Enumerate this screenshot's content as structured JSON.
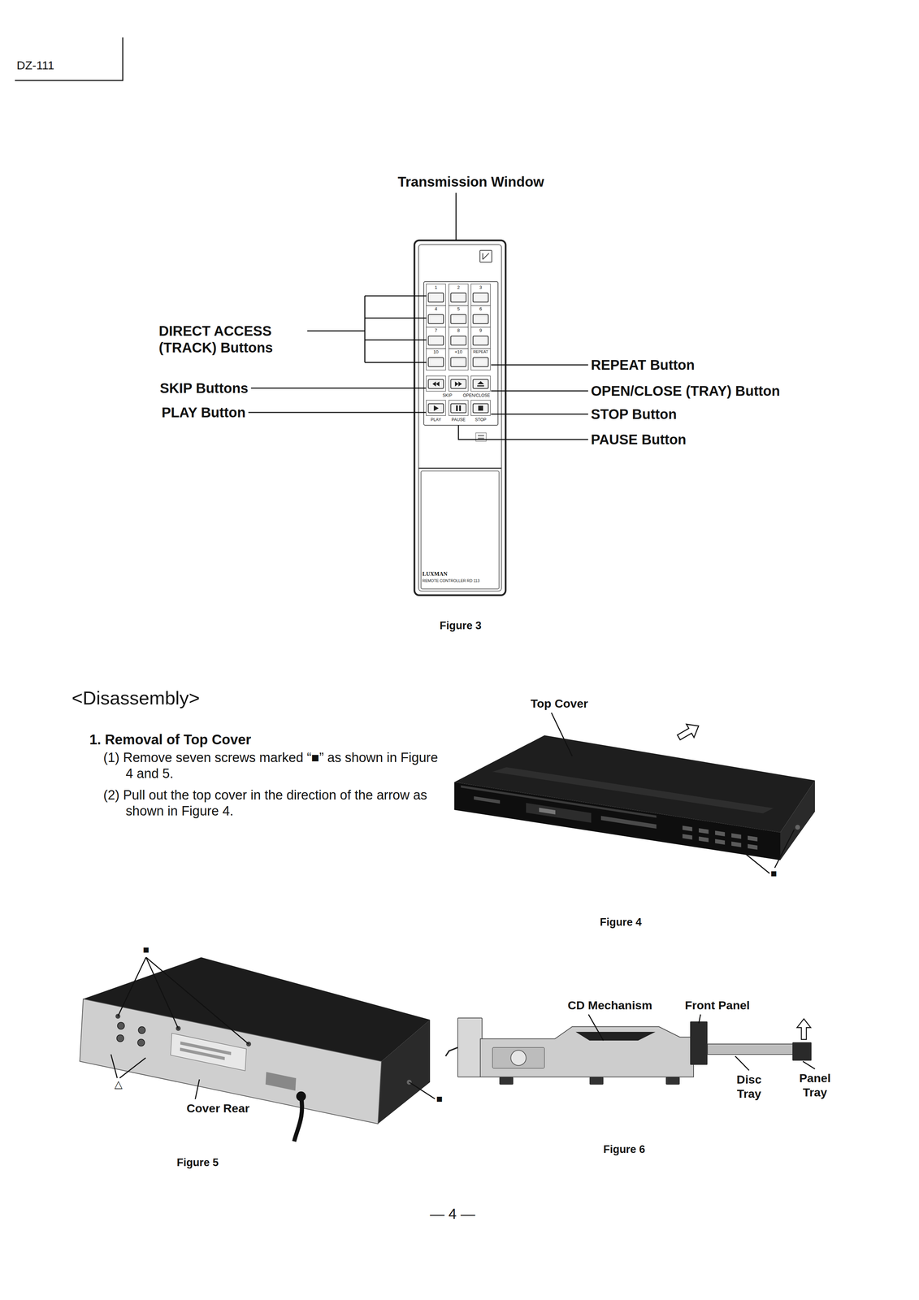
{
  "diagram": {
    "title": "<Disassembly>",
    "labels": [
      "DZ-111",
      "Transmission Window",
      "DIRECT ACCESS (TRACK) Buttons",
      "SKIP Buttons",
      "PLAY Button",
      "REPEAT Button",
      "OPEN/CLOSE (TRAY) Button",
      "STOP Button",
      "PAUSE Button",
      "1",
      "2",
      "3",
      "4",
      "5",
      "6",
      "7",
      "8",
      "9",
      "10",
      "+10",
      "REPEAT",
      "SKIP",
      "OPEN/CLOSE",
      "PLAY",
      "PAUSE",
      "STOP",
      "LUXMAN",
      "REMOTE CONTROLLER RD 113",
      "Figure 3",
      "1. Removal of Top Cover",
      "(1) Remove seven screws marked “■” as shown in Figure 4 and 5.",
      "(2) Pull out the top cover in the direction of the arrow as shown in Figure 4.",
      "Top Cover",
      "■",
      "Figure 4",
      "■",
      "△",
      "Cover Rear",
      "■",
      "Figure 5",
      "CD Mechanism",
      "Front Panel",
      "Disc Tray",
      "Panel Tray",
      "Figure 6",
      "— 4 —"
    ]
  }
}
